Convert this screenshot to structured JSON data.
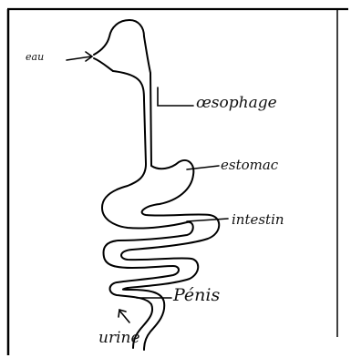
{
  "diagram": {
    "labels": {
      "eau": "eau",
      "oesophage": "œsophage",
      "estomac": "estomac",
      "intestin": "intestin",
      "penis": "Pénis",
      "urine": "urine"
    }
  }
}
